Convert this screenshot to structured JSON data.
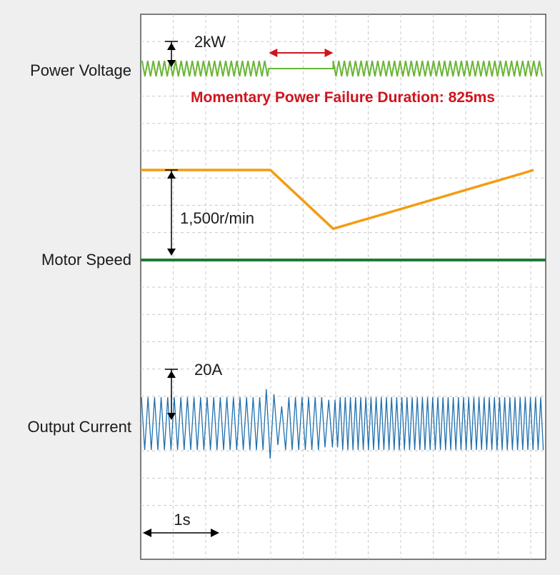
{
  "chart_data": {
    "type": "line",
    "title": "",
    "time_scale": "1s",
    "failure_label": "Momentary Power Failure Duration: 825ms",
    "channels": [
      {
        "name": "Power Voltage",
        "scale_label": "2kW",
        "color": "#6ab535",
        "signal": "sinusoidal",
        "failure_window_s": [
          1.63,
          2.45
        ]
      },
      {
        "name": "Motor Speed",
        "scale_label": "1,500r/min",
        "color": "#f39c12",
        "zero_color": "#1e7a35",
        "y_max": 1500,
        "points": [
          {
            "t": 0.0,
            "v": 1500
          },
          {
            "t": 1.65,
            "v": 1500
          },
          {
            "t": 2.45,
            "v": 520
          },
          {
            "t": 4.85,
            "v": 1440
          },
          {
            "t": 5.0,
            "v": 1500
          }
        ]
      },
      {
        "name": "Output Current",
        "scale_label": "20A",
        "color": "#1f6fad",
        "signal": "sinusoidal",
        "disturbances_s": [
          1.7,
          2.42
        ]
      }
    ],
    "grid": true
  }
}
